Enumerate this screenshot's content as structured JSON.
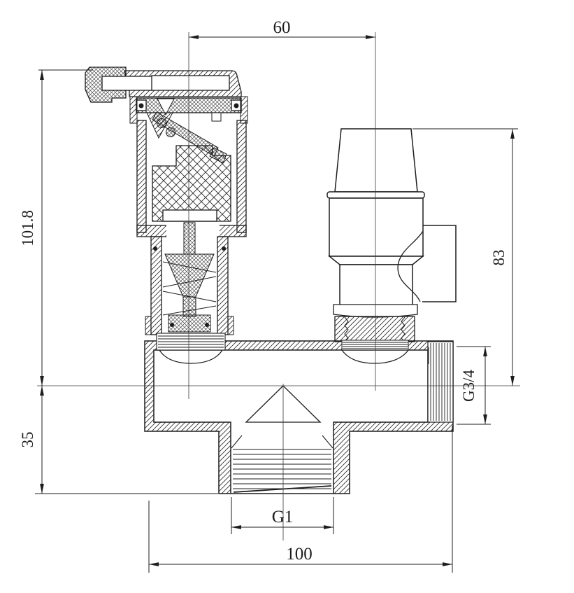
{
  "drawing": {
    "background": "#ffffff",
    "line_color": "#1d1d1d",
    "dimensions": {
      "top_width": "60",
      "vent_height": "101.8",
      "lower_height": "35",
      "relief_height": "83",
      "side_thread": "G3/4",
      "bottom_thread": "G1",
      "overall_width": "100"
    }
  }
}
